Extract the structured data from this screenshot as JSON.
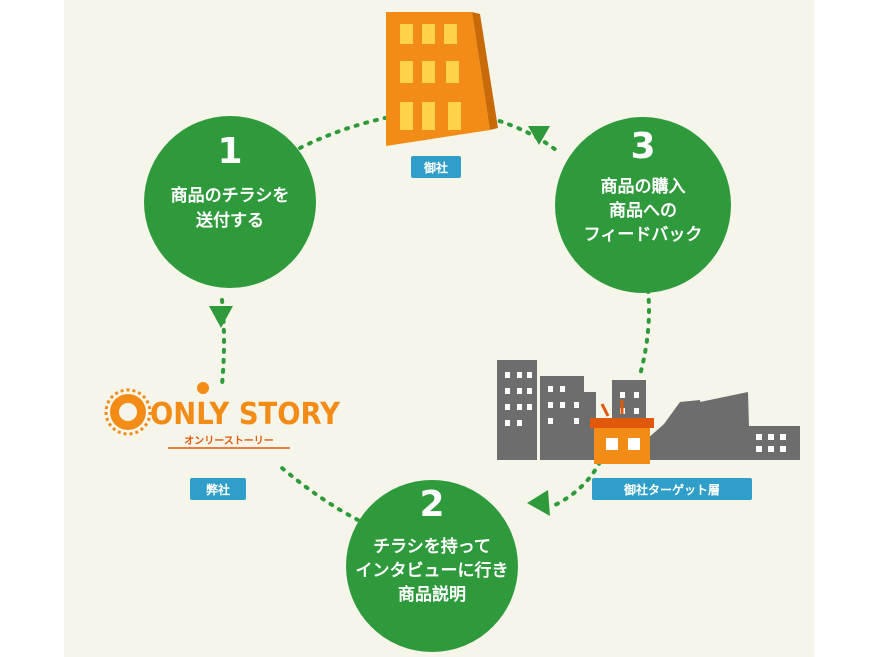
{
  "steps": [
    {
      "number": "1",
      "lines": [
        "商品のチラシを",
        "送付する"
      ]
    },
    {
      "number": "2",
      "lines": [
        "チラシを持って",
        "インタビューに行き",
        "商品説明"
      ]
    },
    {
      "number": "3",
      "lines": [
        "商品の購入",
        "商品への",
        "フィードバック"
      ]
    }
  ],
  "tags": {
    "client": "御社",
    "own_company": "弊社",
    "target": "御社ターゲット層"
  },
  "logo": {
    "main": "ONLY STORY",
    "sub": "オンリーストーリー"
  },
  "colors": {
    "panel": "#f6f5ea",
    "circle": "#2e9a3c",
    "dots": "#2e9a3c",
    "tag": "#2f9fc9",
    "building": "#f28c16",
    "city": "#6d6d6d",
    "logo": "#f28c16"
  }
}
